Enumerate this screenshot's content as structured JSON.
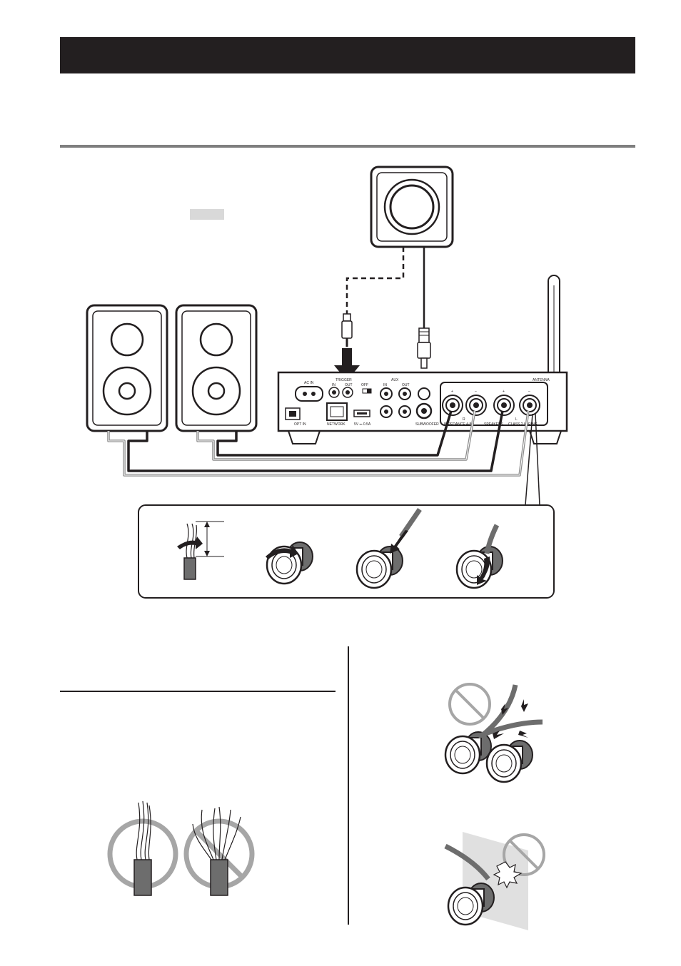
{
  "panel_labels": {
    "ac_in": "AC IN",
    "opt_in": "OPT IN",
    "network": "NETWORK",
    "usb_power": "5V ⎓ 0.5A",
    "trigger": "TRIGGER",
    "trigger_in": "IN",
    "trigger_out": "OUT",
    "aux": "AUX",
    "aux_in": "IN",
    "aux_out": "OUT",
    "switch_off": "OFF",
    "subwoofer": "SUBWOOFER",
    "impedance": "IMPEDANCE 4-8Ω",
    "speakers": "SPEAKERS",
    "class2": "CLASS 2 WIRING",
    "antenna": "ANTENNA",
    "plus": "+",
    "minus": "–",
    "r": "R",
    "l": "L"
  },
  "icons": [
    "prohibited-icon",
    "spark-icon",
    "arrow-icon"
  ],
  "colors": {
    "header": "#231f20",
    "rule": "#7f7f7f",
    "tag": "#d9d9d9",
    "wire_gray": "#8c8c8c"
  }
}
